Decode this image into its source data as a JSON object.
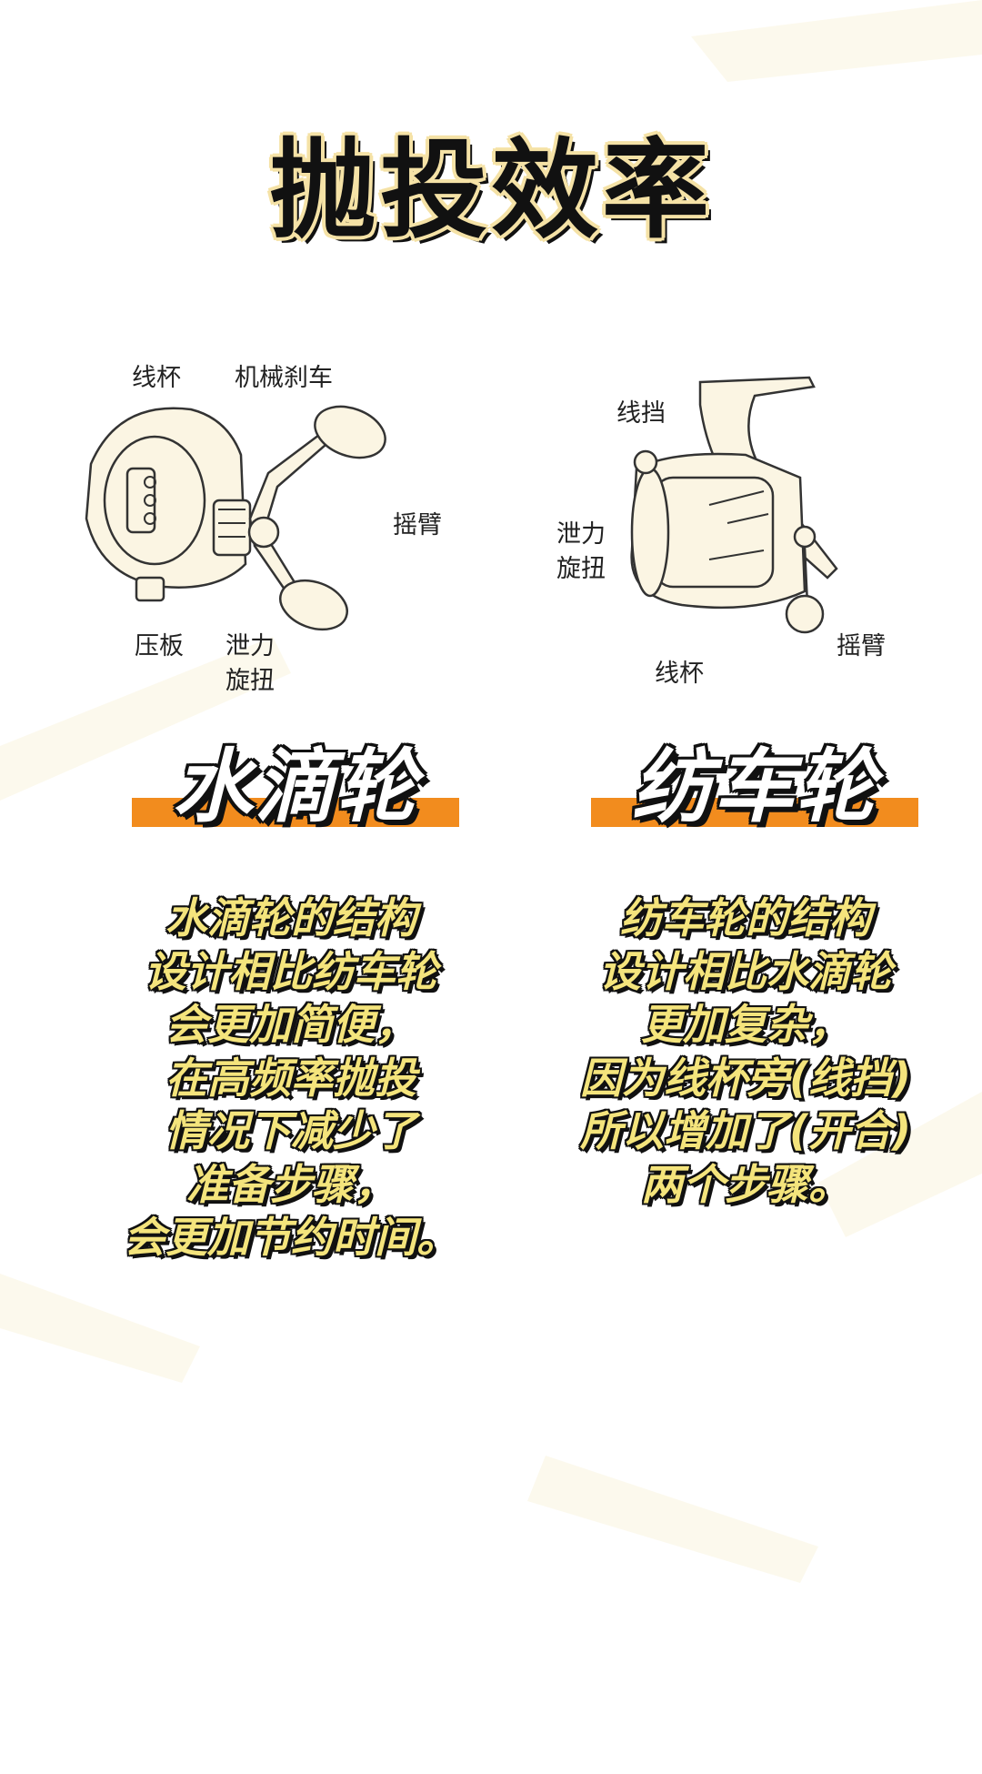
{
  "title": "抛投效率",
  "baitcaster": {
    "labels": {
      "spool": "线杯",
      "brake": "机械刹车",
      "handle": "摇臂",
      "plate": "压板",
      "drag_line1": "泄力",
      "drag_line2": "旋扭"
    },
    "heading": "水滴轮",
    "description": [
      "水滴轮的结构",
      "设计相比纺车轮",
      "会更加简便，",
      "在高频率抛投",
      "情况下减少了",
      "准备步骤，",
      "会更加节约时间。"
    ]
  },
  "spinning": {
    "labels": {
      "bail": "线挡",
      "drag_line1": "泄力",
      "drag_line2": "旋扭",
      "handle": "摇臂",
      "spool": "线杯"
    },
    "heading": "纺车轮",
    "description": [
      "纺车轮的结构",
      "设计相比水滴轮",
      "更加复杂，",
      "因为线杯旁(线挡)",
      "所以增加了(开合)",
      "两个步骤。"
    ]
  },
  "colors": {
    "accent_orange": "#f28c1e",
    "text_yellow": "#f4e47c",
    "outline": "#111111"
  }
}
